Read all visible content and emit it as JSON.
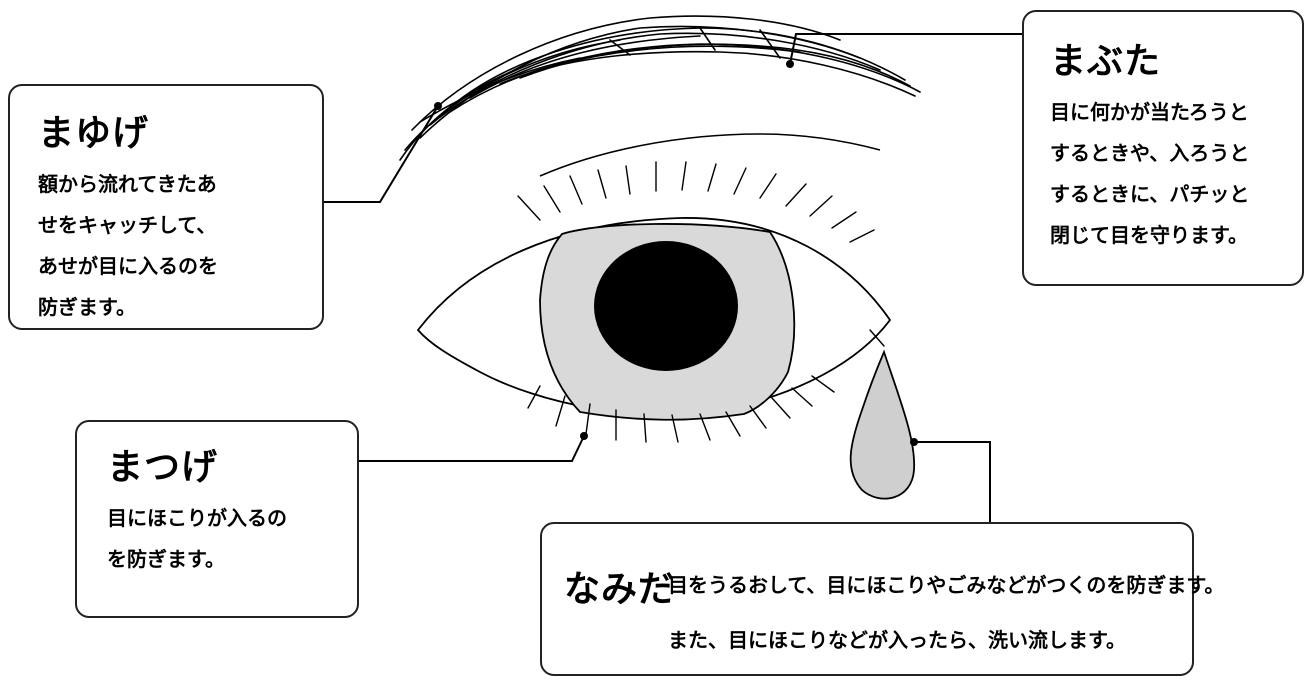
{
  "callouts": {
    "mayuge": {
      "title": "まゆげ",
      "body": "額から流れてきたあ\nせをキャッチして、\nあせが目に入るのを\n防ぎます。"
    },
    "mabuta": {
      "title": "まぶた",
      "body": "目に何かが当たろうと\nするときや、入ろうと\nするときに、パチッと\n閉じて目を守ります。"
    },
    "matsuge": {
      "title": "まつげ",
      "body": "目にほこりが入るの\nを防ぎます。"
    },
    "namida": {
      "title": "なみだ",
      "line1": "目をうるおして、目にほこりやごみなどがつくのを防ぎます。",
      "line2": "また、目にほこりなどが入ったら、洗い流します。"
    }
  },
  "colors": {
    "line": "#000000",
    "iris": "#d9d9d9",
    "pupil": "#000000",
    "tear": "#cfcfcf",
    "box_border": "#222222"
  }
}
